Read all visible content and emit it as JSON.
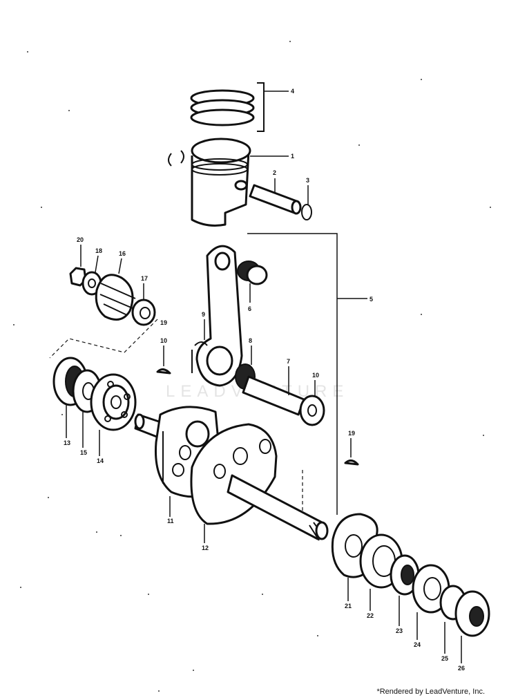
{
  "watermark": "LEADVENTURE",
  "credit": "*Rendered by LeadVenture, Inc.",
  "callouts": [
    {
      "id": "c-4",
      "text": "4"
    },
    {
      "id": "c-1",
      "text": "1"
    },
    {
      "id": "c-2",
      "text": "2"
    },
    {
      "id": "c-3",
      "text": "3"
    },
    {
      "id": "c-5",
      "text": "5"
    },
    {
      "id": "c-6",
      "text": "6"
    },
    {
      "id": "c-7",
      "text": "7"
    },
    {
      "id": "c-8",
      "text": "8"
    },
    {
      "id": "c-9",
      "text": "9"
    },
    {
      "id": "c-10a",
      "text": "10"
    },
    {
      "id": "c-10b",
      "text": "10"
    },
    {
      "id": "c-11",
      "text": "11"
    },
    {
      "id": "c-12",
      "text": "12"
    },
    {
      "id": "c-13",
      "text": "13"
    },
    {
      "id": "c-14",
      "text": "14"
    },
    {
      "id": "c-15",
      "text": "15"
    },
    {
      "id": "c-16",
      "text": "16"
    },
    {
      "id": "c-17",
      "text": "17"
    },
    {
      "id": "c-18",
      "text": "18"
    },
    {
      "id": "c-19a",
      "text": "19"
    },
    {
      "id": "c-19b",
      "text": "19"
    },
    {
      "id": "c-20",
      "text": "20"
    },
    {
      "id": "c-21",
      "text": "21"
    },
    {
      "id": "c-22",
      "text": "22"
    },
    {
      "id": "c-23",
      "text": "23"
    },
    {
      "id": "c-24",
      "text": "24"
    },
    {
      "id": "c-25",
      "text": "25"
    },
    {
      "id": "c-26",
      "text": "26"
    }
  ]
}
